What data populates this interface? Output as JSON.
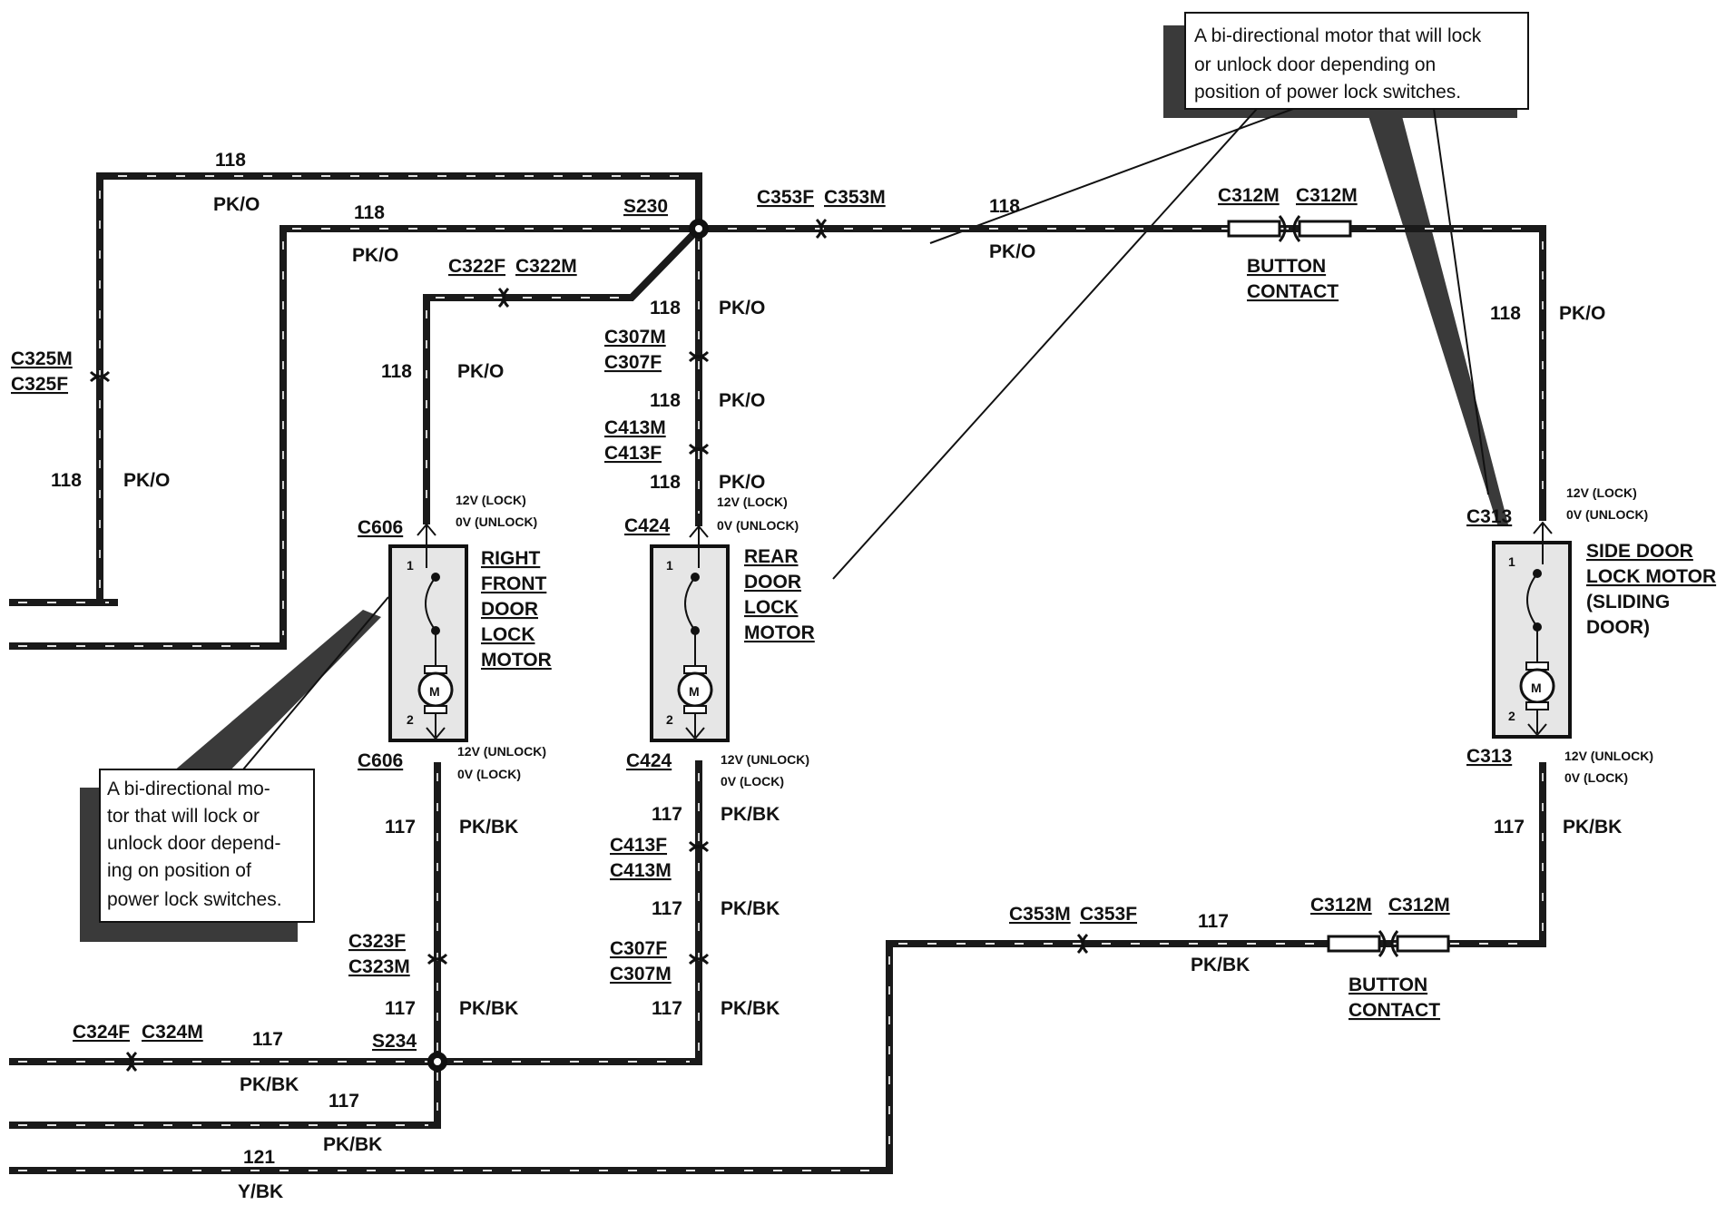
{
  "notes": {
    "top": [
      "A bi-directional motor that will lock",
      "or unlock door depending on",
      "position of power lock switches."
    ],
    "left": [
      "A bi-directional mo-",
      "tor that will lock or",
      "unlock door depend-",
      "ing on position of",
      "power lock switches."
    ]
  },
  "motors": {
    "right_front": {
      "title": [
        "RIGHT",
        "FRONT",
        "DOOR",
        "LOCK",
        "MOTOR"
      ],
      "conn_top": "C606",
      "conn_bottom": "C606"
    },
    "rear": {
      "title": [
        "REAR",
        "DOOR",
        "LOCK",
        "MOTOR"
      ],
      "conn_top": "C424",
      "conn_bottom": "C424"
    },
    "side": {
      "title": [
        "SIDE DOOR",
        "LOCK MOTOR",
        "(SLIDING",
        "DOOR)"
      ],
      "conn_top": "C313",
      "conn_bottom": "C313"
    },
    "motor_letter": "M",
    "pin1": "1",
    "pin2": "2",
    "top_state": [
      "12V (LOCK)",
      "0V (UNLOCK)"
    ],
    "bottom_state": [
      "12V (UNLOCK)",
      "0V (LOCK)"
    ]
  },
  "wires": {
    "c118": "118",
    "c117": "117",
    "c121": "121",
    "pko": "PK/O",
    "pkbk": "PK/BK",
    "ybk": "Y/BK"
  },
  "splices": {
    "s230": "S230",
    "s234": "S234"
  },
  "connectors": {
    "c325": [
      "C325M",
      "C325F"
    ],
    "c322": [
      "C322F",
      "C322M"
    ],
    "c353_top": [
      "C353F",
      "C353M"
    ],
    "c312_top": [
      "C312M",
      "C312M"
    ],
    "c307_top": [
      "C307M",
      "C307F"
    ],
    "c413_top": [
      "C413M",
      "C413F"
    ],
    "c413_bot": [
      "C413F",
      "C413M"
    ],
    "c307_bot": [
      "C307F",
      "C307M"
    ],
    "c323": [
      "C323F",
      "C323M"
    ],
    "c324": [
      "C324F",
      "C324M"
    ],
    "c353_bot": [
      "C353M",
      "C353F"
    ],
    "c312_bot": [
      "C312M",
      "C312M"
    ],
    "button_contact": [
      "BUTTON",
      "CONTACT"
    ]
  }
}
